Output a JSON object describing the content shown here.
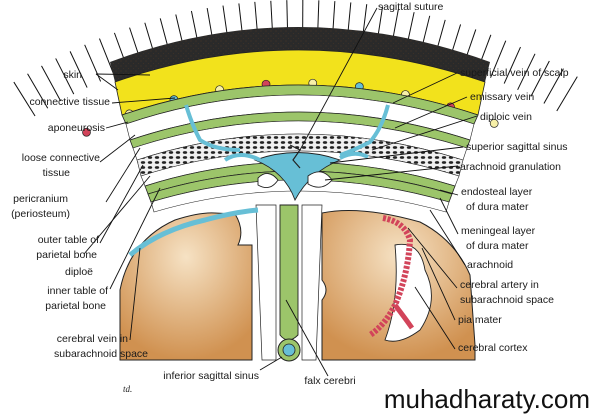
{
  "labels": {
    "sagittal_suture": "sagittal suture",
    "skin": "skin",
    "connective_tissue": "connective tissue",
    "aponeurosis": "aponeurosis",
    "loose_connective_1": "loose connective",
    "loose_connective_2": "tissue",
    "pericranium_1": "pericranium",
    "pericranium_2": "(periosteum)",
    "outer_table_1": "outer table of",
    "outer_table_2": "parietal bone",
    "diploe": "diploë",
    "inner_table_1": "inner table of",
    "inner_table_2": "parietal bone",
    "cerebral_vein_1": "cerebral vein in",
    "cerebral_vein_2": "subarachnoid space",
    "inferior_sagittal_sinus": "inferior sagittal sinus",
    "falx_cerebri": "falx cerebri",
    "superficial_vein": "superficial vein of scalp",
    "emissary_vein": "emissary vein",
    "diploic_vein": "diploic vein",
    "superior_sagittal_sinus": "superior sagittal sinus",
    "arachnoid_granulation": "arachnoid granulation",
    "endosteal_1": "endosteal layer",
    "endosteal_2": "of dura mater",
    "meningeal_1": "meningeal layer",
    "meningeal_2": "of dura mater",
    "arachnoid": "arachnoid",
    "cerebral_artery_1": "cerebral artery in",
    "cerebral_artery_2": "subarachnoid space",
    "pia_mater": "pia mater",
    "cerebral_cortex": "cerebral cortex"
  },
  "watermark": "muhadharaty.com",
  "signature": "td.",
  "colors": {
    "scalp_yellow": "#f2e21c",
    "dura_green": "#9cc56a",
    "vein_blue": "#67bfd6",
    "cortex_tan": "#d9a66b",
    "artery_red": "#d2445a"
  }
}
